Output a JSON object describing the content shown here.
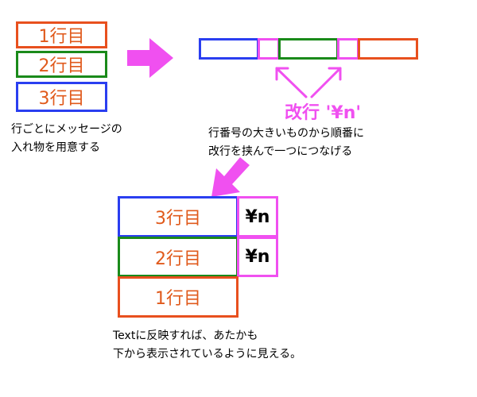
{
  "lines": {
    "line1": "1行目",
    "line2": "2行目",
    "line3": "3行目"
  },
  "notes": {
    "left": [
      "行ごとにメッセージの",
      "入れ物を用意する"
    ],
    "right": [
      "行番号の大きいものから順番に",
      "改行を挟んで一つにつなげる"
    ],
    "bottom": [
      "Textに反映すれば、あたかも",
      "下から表示されているように見える。"
    ]
  },
  "newline_label": "改行 '¥n'",
  "newline_char": "¥n",
  "colors": {
    "line1_border": "#e8501e",
    "line2_border": "#1a8a1a",
    "line3_border": "#2a3ef0",
    "newline_border": "#f050f0",
    "arrow": "#f050f0",
    "label_text": "#e05a1c"
  }
}
